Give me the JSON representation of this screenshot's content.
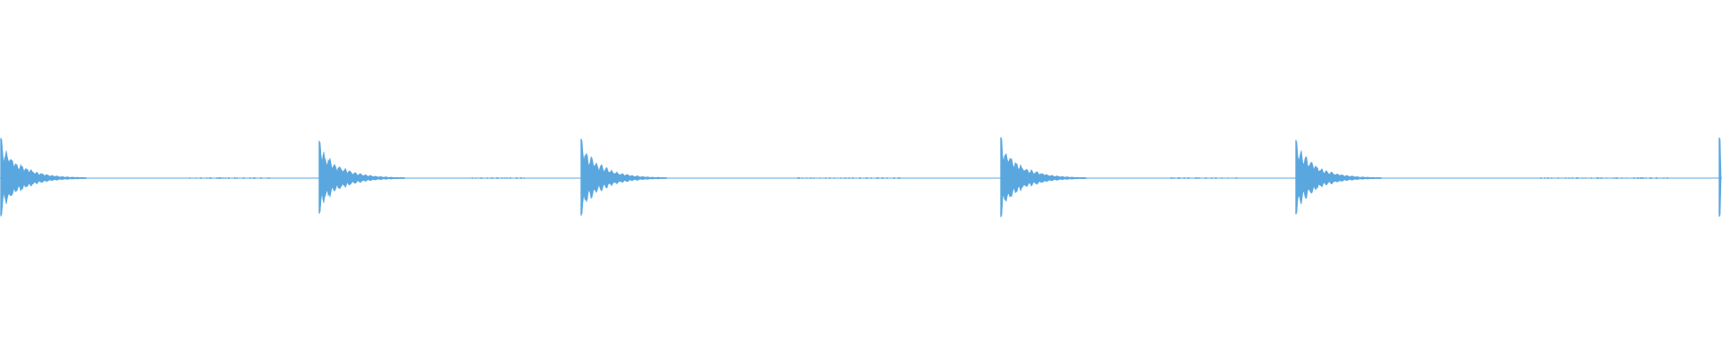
{
  "waveform": {
    "color": "#5aa7e0",
    "background": "#ffffff",
    "hit_count": 6,
    "hits": [
      {
        "index": 1,
        "relative_peak": 0.95,
        "decay": "short"
      },
      {
        "index": 2,
        "relative_peak": 0.88,
        "decay": "short"
      },
      {
        "index": 3,
        "relative_peak": 0.93,
        "decay": "short"
      },
      {
        "index": 4,
        "relative_peak": 0.97,
        "decay": "short"
      },
      {
        "index": 5,
        "relative_peak": 0.9,
        "decay": "short"
      },
      {
        "index": 6,
        "relative_peak": 0.96,
        "decay": "cut-off"
      }
    ]
  }
}
